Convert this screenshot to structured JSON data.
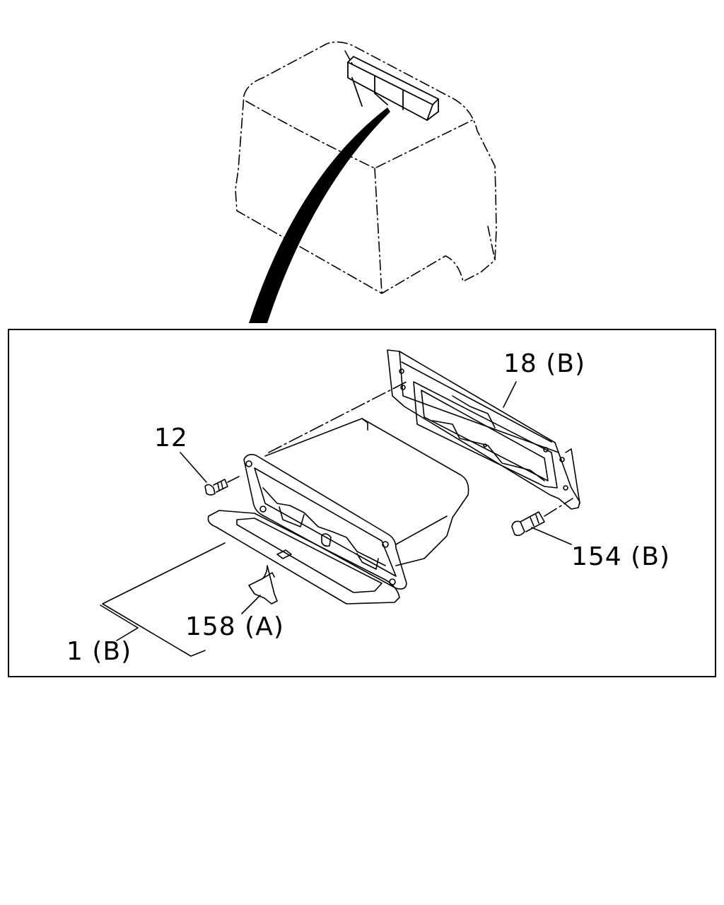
{
  "labels": {
    "part_18b": "18 (B)",
    "part_12": "12",
    "part_154b": "154 (B)",
    "part_158a": "158 (A)",
    "part_1b": "1 (B)"
  }
}
